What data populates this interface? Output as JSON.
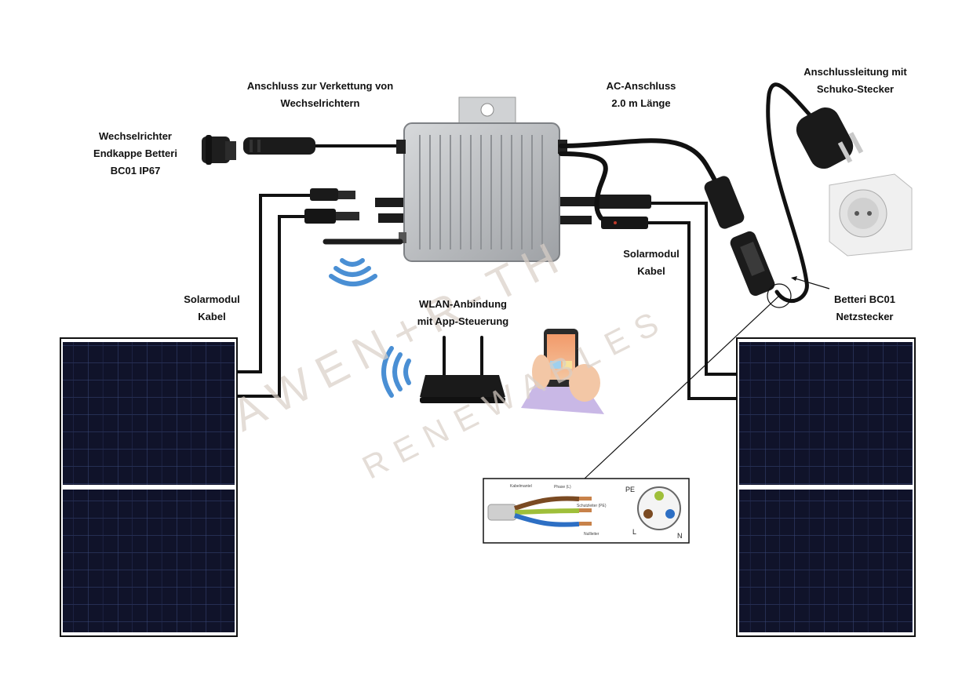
{
  "labels": {
    "endcap": [
      "Wechselrichter",
      "Endkappe Betteri",
      "BC01 IP67"
    ],
    "chain": [
      "Anschluss zur Verkettung von",
      "Wechselrichtern"
    ],
    "ac": [
      "AC-Anschluss",
      "2.0 m Länge"
    ],
    "lead": [
      "Anschlussleitung mit",
      "Schuko-Stecker"
    ],
    "cable_left": [
      "Solarmodul",
      "Kabel"
    ],
    "cable_right": [
      "Solarmodul",
      "Kabel"
    ],
    "wlan": [
      "WLAN-Anbindung",
      "mit App-Steuerung"
    ],
    "plug": [
      "Betteri BC01",
      "Netzstecker"
    ]
  },
  "inset": {
    "wires": {
      "sheath": "Kabelmantel",
      "phase": "Phase (L)",
      "earth": "Schutzleiter (PE)",
      "neutral": "Nullleiter"
    },
    "pins": {
      "pe": "PE",
      "l": "L",
      "n": "N"
    }
  },
  "watermark": {
    "line1": "AWEN+R-TH",
    "line2": "RENEWABLES"
  },
  "colors": {
    "cable": "#111111",
    "inverter": "#b9bcbf",
    "panel_cell": "#10132a",
    "panel_grid": "#3a4a7a",
    "wifi": "#4a8fd4",
    "watermark": "#d9cfc7",
    "wire_brown": "#7a4a22",
    "wire_earth": "#9fbf3a",
    "wire_blue": "#2d6fc4"
  }
}
